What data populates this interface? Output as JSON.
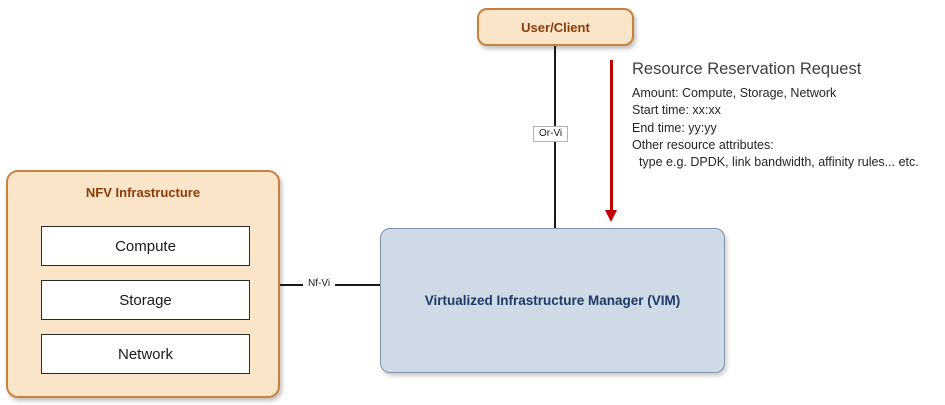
{
  "diagram": {
    "user_client": {
      "label": "User/Client"
    },
    "nfv": {
      "title": "NFV Infrastructure",
      "items": [
        "Compute",
        "Storage",
        "Network"
      ]
    },
    "vim": {
      "label": "Virtualized Infrastructure Manager (VIM)"
    },
    "connectors": {
      "or_vi": "Or-Vi",
      "nf_vi": "Nf-Vi"
    },
    "annotation": {
      "title": "Resource Reservation Request",
      "lines": [
        "Amount: Compute, Storage, Network",
        "Start time: xx:xx",
        "End time: yy:yy",
        "Other resource attributes:",
        "  type e.g. DPDK, link bandwidth, affinity rules... etc."
      ]
    },
    "colors": {
      "node_fill": "#FBE5C9",
      "node_border": "#C8813C",
      "node_text": "#8A3B08",
      "vim_fill": "#CEDAE5",
      "vim_border": "#7F93AB",
      "vim_text": "#1F3864",
      "arrow_red": "#C00000"
    }
  }
}
